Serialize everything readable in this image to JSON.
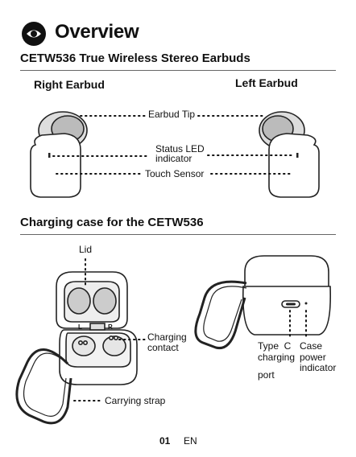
{
  "header": {
    "title": "Overview",
    "subtitle": "CETW536 True Wireless Stereo Earbuds",
    "icon": "eye-icon"
  },
  "earbuds": {
    "right_label": "Right Earbud",
    "left_label": "Left Earbud",
    "tip_label": "Earbud Tip",
    "led_label_line1": "Status LED",
    "led_label_line2": "indicator",
    "touch_label": "Touch Sensor"
  },
  "case": {
    "section_title": "Charging case for the CETW536",
    "lid_label": "Lid",
    "contact_line1": "Charging",
    "contact_line2": "contact",
    "usb_line1": "Type  C",
    "usb_line2": "charging",
    "usb_line3": "port",
    "power_line1": "Case",
    "power_line2": "power",
    "power_line3": "indicator",
    "strap_label": "Carrying strap",
    "slot_left": "L",
    "slot_right": "R"
  },
  "footer": {
    "page_number": "01",
    "language": "EN"
  }
}
